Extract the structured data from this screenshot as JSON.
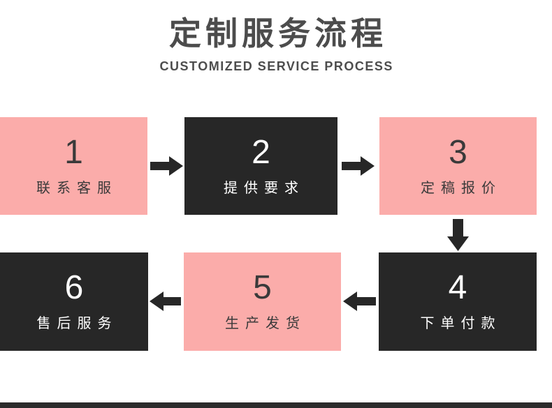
{
  "header": {
    "title": "定制服务流程",
    "subtitle": "CUSTOMIZED SERVICE PROCESS"
  },
  "steps": [
    {
      "number": "1",
      "label": "联系客服",
      "variant": "pink"
    },
    {
      "number": "2",
      "label": "提供要求",
      "variant": "dark"
    },
    {
      "number": "3",
      "label": "定稿报价",
      "variant": "pink"
    },
    {
      "number": "4",
      "label": "下单付款",
      "variant": "dark"
    },
    {
      "number": "5",
      "label": "生产发货",
      "variant": "pink"
    },
    {
      "number": "6",
      "label": "售后服务",
      "variant": "dark"
    }
  ],
  "flow_order": [
    "1→2",
    "2→3",
    "3→4",
    "4→5",
    "5→6"
  ],
  "colors": {
    "pink": "#fbacaa",
    "dark": "#272727",
    "title_text": "#4c4c4c",
    "subtitle_text": "#4d4d4d",
    "pink_box_text": "#3a3a3a",
    "dark_box_text": "#ffffff",
    "arrow": "#272727",
    "bottom_bar": "#2b2b2b",
    "page_bg": "#ffffff"
  }
}
